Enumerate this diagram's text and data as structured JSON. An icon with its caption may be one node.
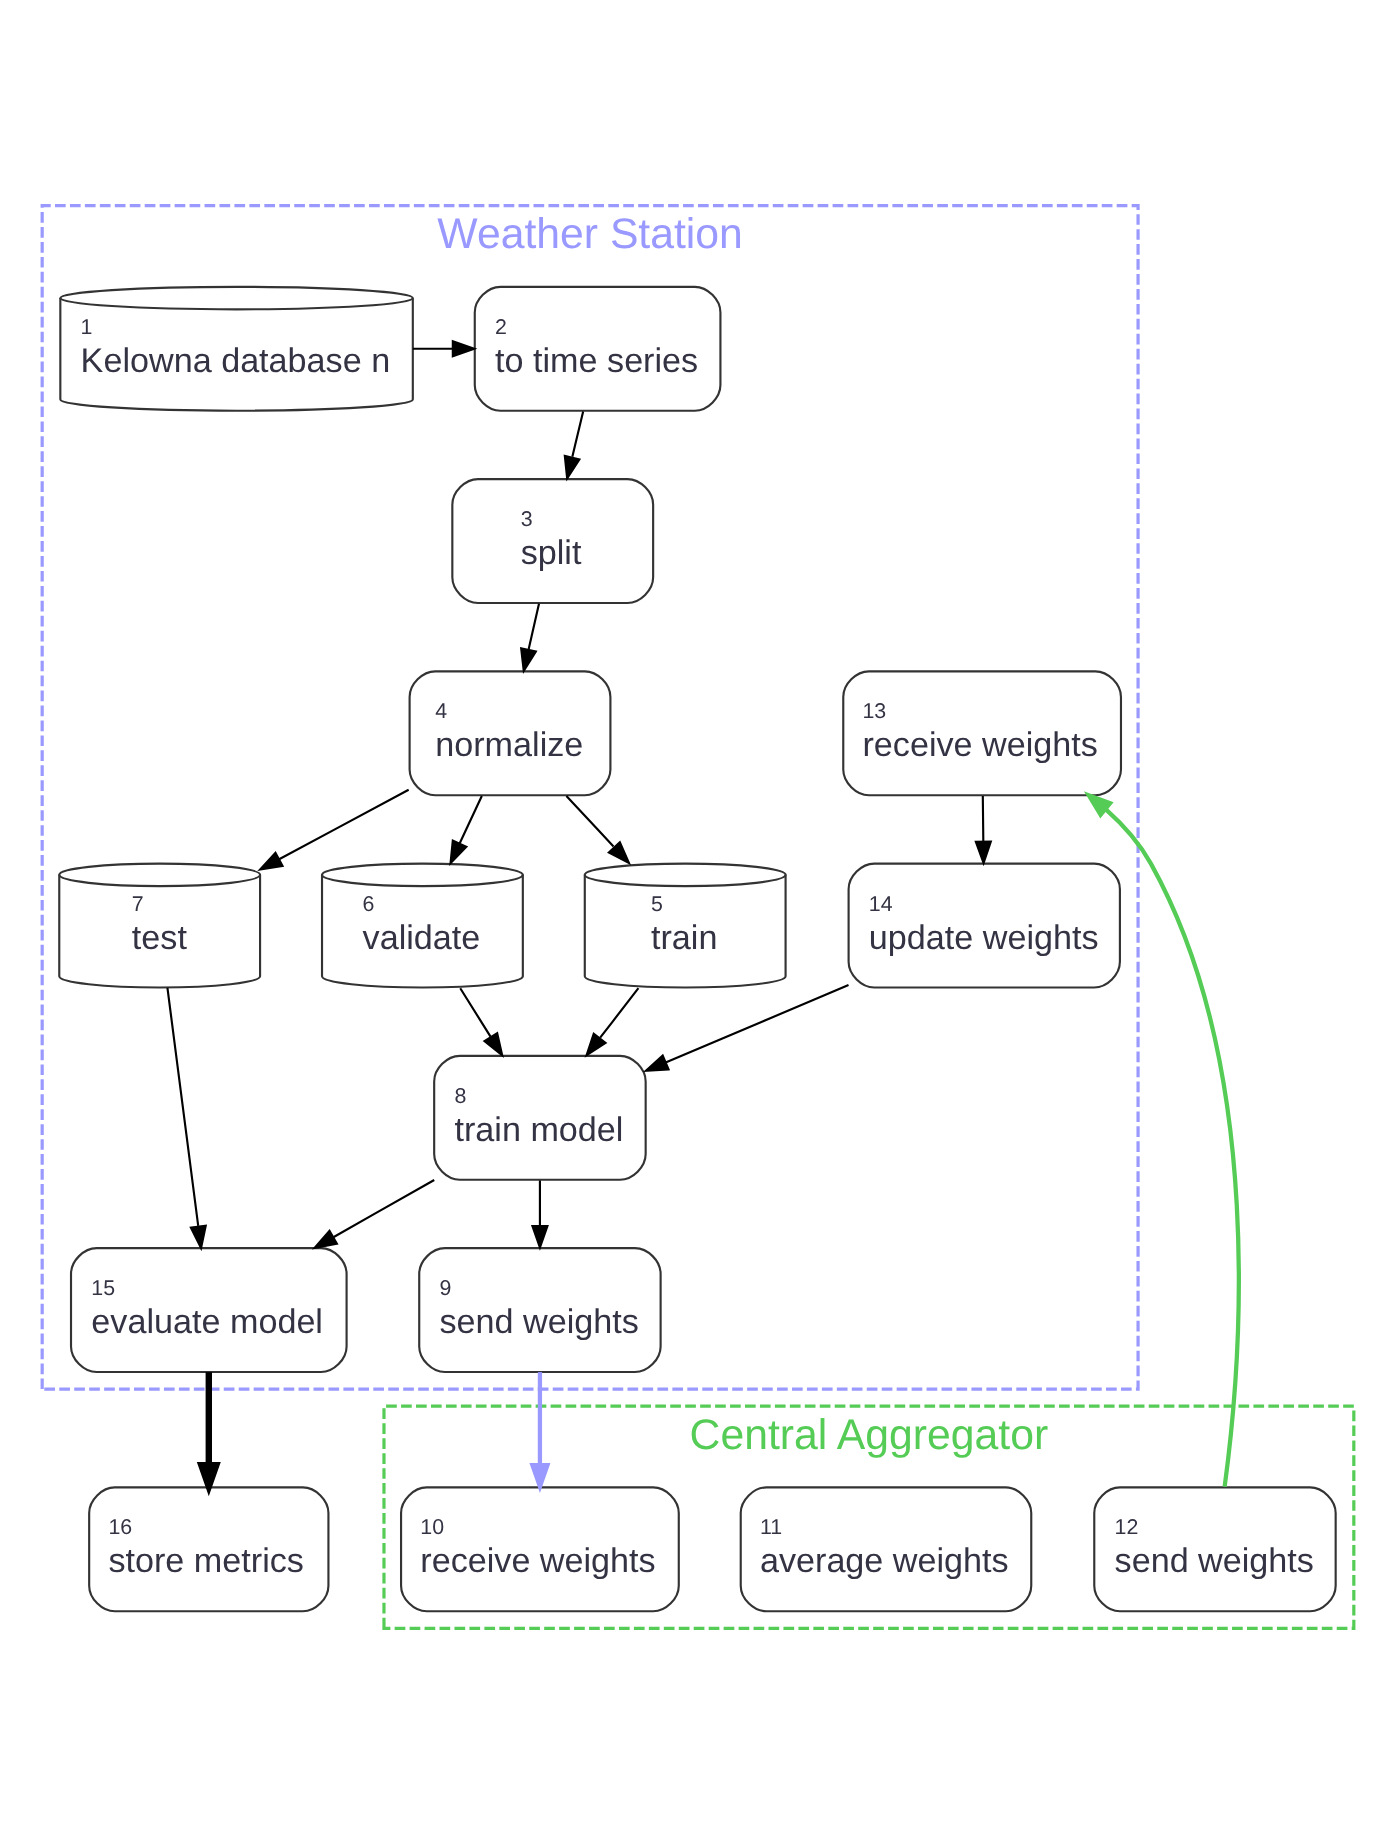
{
  "diagram": {
    "nodes": [
      {
        "text": [
          "Weather Station"
        ]
      },
      {
        "text": [
          "1",
          "Kelowna database n"
        ],
        "in": 0
      },
      {
        "text": [
          "2",
          "to time series"
        ],
        "in": 0
      },
      {
        "text": [
          "3",
          "split"
        ],
        "in": 0
      },
      {
        "text": [
          "4",
          "normalize"
        ],
        "in": 0
      },
      {
        "text": [
          "5",
          "train"
        ],
        "in": 0
      },
      {
        "text": [
          "6",
          "validate"
        ],
        "in": 0
      },
      {
        "text": [
          "7",
          "test"
        ],
        "in": 0
      },
      {
        "text": [
          "8",
          "train model"
        ],
        "in": 0
      },
      {
        "text": [
          "9",
          "send weights"
        ],
        "in": 0
      },
      {
        "text": [
          "14",
          "update weights"
        ],
        "in": 0
      },
      {
        "text": [
          "13",
          "receive weights"
        ],
        "in": 0
      },
      {
        "text": [
          "15",
          "evaluate model"
        ],
        "in": 0
      },
      {
        "text": [
          "16",
          "store metrics"
        ]
      },
      {
        "text": [
          "Central Aggregator"
        ]
      },
      {
        "text": [
          "10",
          "receive weights"
        ],
        "in": 14
      },
      {
        "text": [
          "11",
          "average weights"
        ],
        "in": 14
      },
      {
        "text": [
          "12",
          "send weights"
        ],
        "in": 14
      }
    ],
    "edges": [
      {
        "from": 1,
        "to": 2,
        "arrow": "to"
      },
      {
        "from": 2,
        "to": 3,
        "arrow": "to"
      },
      {
        "from": 3,
        "to": 4,
        "arrow": "to"
      },
      {
        "from": 4,
        "to": 5,
        "arrow": "to"
      },
      {
        "from": 4,
        "to": 6,
        "arrow": "to"
      },
      {
        "from": 4,
        "to": 7,
        "arrow": "to"
      },
      {
        "from": 5,
        "to": 8,
        "arrow": "to"
      },
      {
        "from": 6,
        "to": 8,
        "arrow": "to"
      },
      {
        "from": 7,
        "to": 12,
        "arrow": "to"
      },
      {
        "from": 8,
        "to": 12,
        "arrow": "to"
      },
      {
        "from": 8,
        "to": 9,
        "arrow": "to"
      },
      {
        "from": 9,
        "to": 15,
        "arrow": "to",
        "color": "#9999ff"
      },
      {
        "from": 17,
        "to": 11,
        "arrow": "to",
        "color": "#55cc55"
      },
      {
        "from": 11,
        "to": 10,
        "arrow": "to"
      },
      {
        "from": 10,
        "to": 8,
        "arrow": "to"
      },
      {
        "from": 12,
        "to": 13,
        "arrow": "to",
        "style": "thick"
      }
    ]
  }
}
